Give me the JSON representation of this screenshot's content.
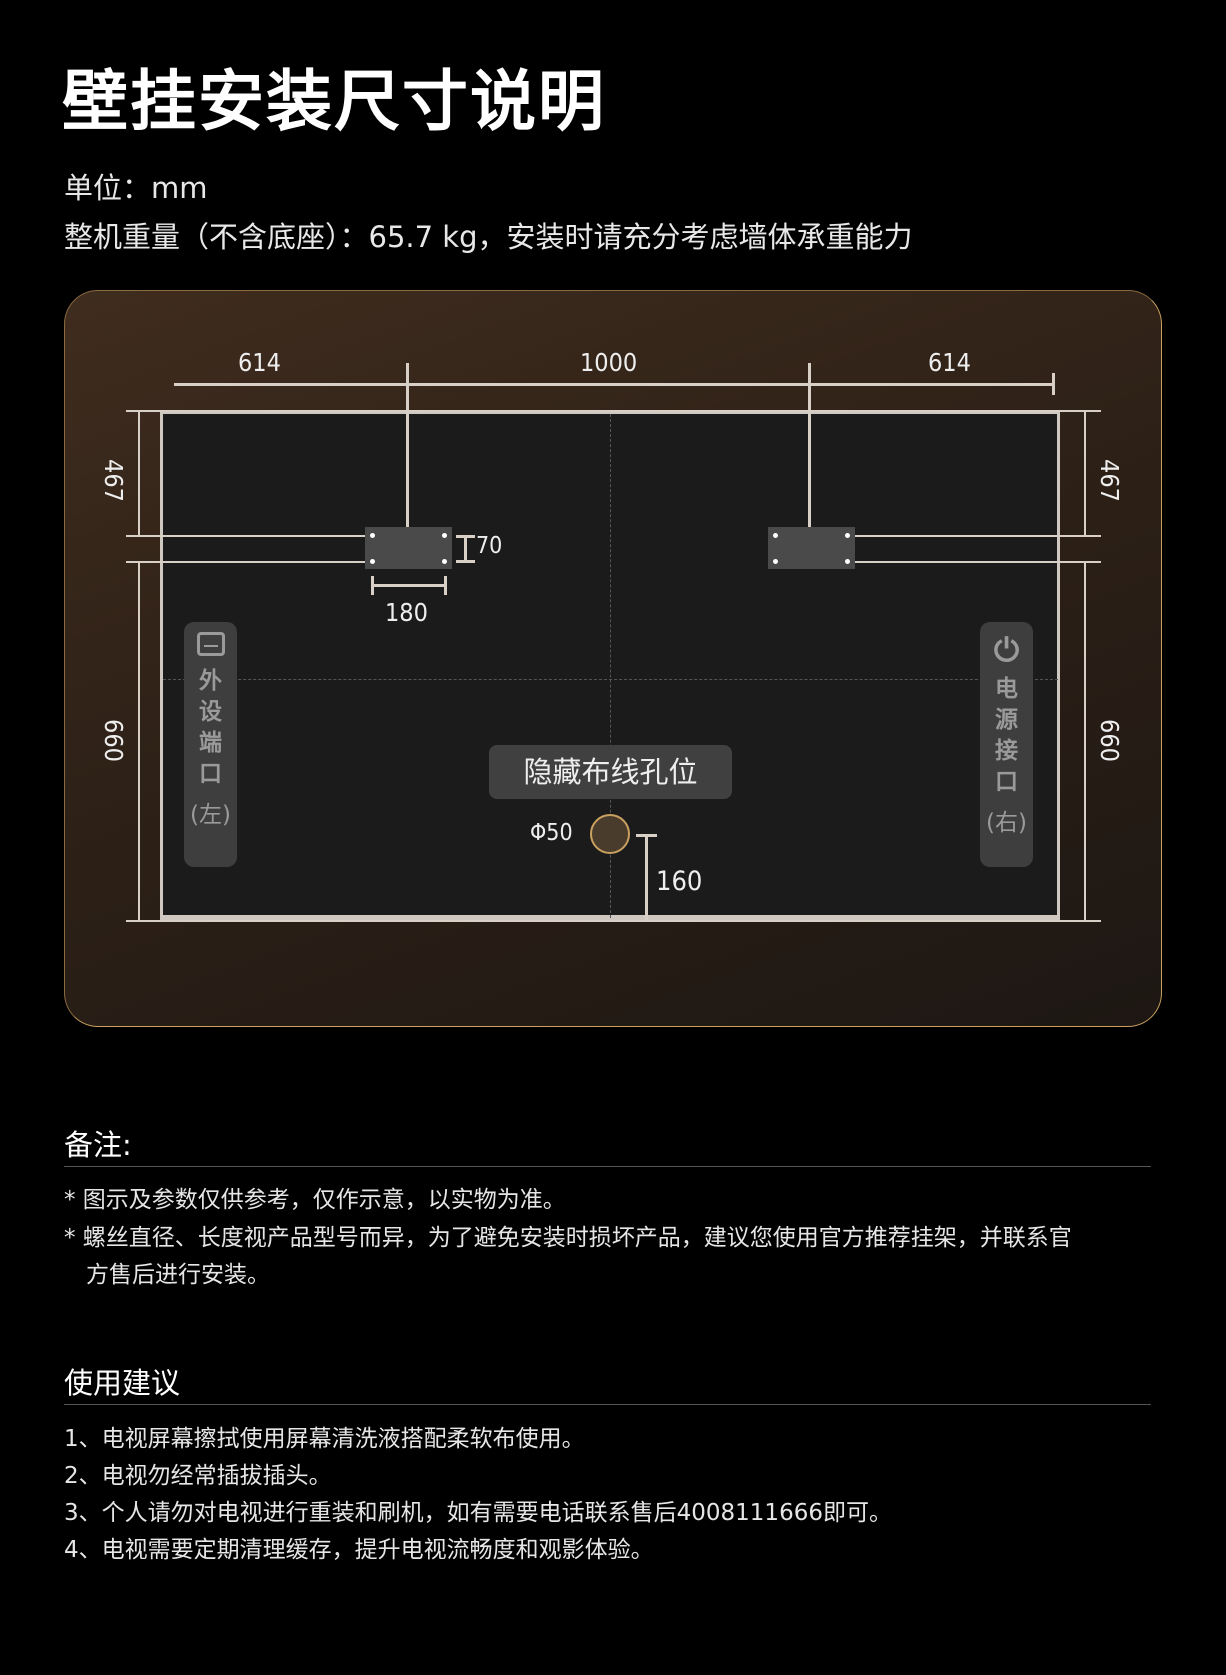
{
  "title": "壁挂安装尺寸说明",
  "unit": "单位：mm",
  "weight": "整机重量（不含底座）：65.7 kg，安装时请充分考虑墙体承重能力",
  "diagram": {
    "top_dims": [
      "614",
      "1000",
      "614"
    ],
    "left_top": "467",
    "right_top": "467",
    "left_bottom": "660",
    "right_bottom": "660",
    "bracket_height": "70",
    "bracket_width": "180",
    "hole_label": "隐藏布线孔位",
    "hole_diameter": "Φ50",
    "hole_offset": "160",
    "left_port": {
      "icon": "ethernet-port-icon",
      "chars": [
        "外",
        "设",
        "端",
        "口"
      ],
      "side": "(左)"
    },
    "right_port": {
      "icon": "power-icon",
      "chars": [
        "电",
        "源",
        "接",
        "口"
      ],
      "side": "(右)"
    }
  },
  "notes": {
    "heading": "备注:",
    "items": [
      "* 图示及参数仅供参考，仅作示意，以实物为准。",
      "* 螺丝直径、长度视产品型号而异，为了避免安装时损坏产品，建议您使用官方推荐挂架，并联系官",
      "方售后进行安装。"
    ]
  },
  "tips": {
    "heading": "使用建议",
    "items": [
      "1、电视屏幕擦拭使用屏幕清洗液搭配柔软布使用。",
      "2、电视勿经常插拔插头。",
      "3、个人请勿对电视进行重装和刷机，如有需要电话联系售后4008111666即可。",
      "4、电视需要定期清理缓存，提升电视流畅度和观影体验。"
    ]
  },
  "colors": {
    "card_border": "#c9a060",
    "hole": "#c9a060"
  }
}
